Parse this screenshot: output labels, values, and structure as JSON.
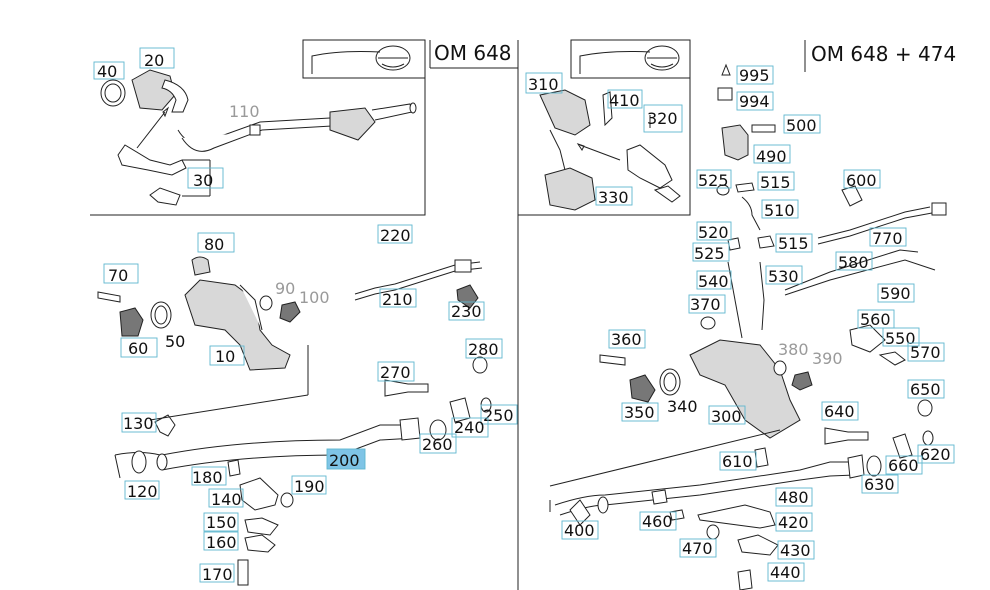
{
  "panels": {
    "left_title": "OM 648",
    "right_title": "OM 648 + 474"
  },
  "highlight": "200",
  "labels": [
    {
      "id": "l40",
      "text": "40"
    },
    {
      "id": "l20",
      "text": "20"
    },
    {
      "id": "l110",
      "text": "110"
    },
    {
      "id": "l30",
      "text": "30"
    },
    {
      "id": "l80",
      "text": "80"
    },
    {
      "id": "l220",
      "text": "220"
    },
    {
      "id": "l70",
      "text": "70"
    },
    {
      "id": "l90",
      "text": "90"
    },
    {
      "id": "l100",
      "text": "100"
    },
    {
      "id": "l210",
      "text": "210"
    },
    {
      "id": "l230",
      "text": "230"
    },
    {
      "id": "l60",
      "text": "60"
    },
    {
      "id": "l50",
      "text": "50"
    },
    {
      "id": "l10",
      "text": "10"
    },
    {
      "id": "l280",
      "text": "280"
    },
    {
      "id": "l270",
      "text": "270"
    },
    {
      "id": "l250",
      "text": "250"
    },
    {
      "id": "l240",
      "text": "240"
    },
    {
      "id": "l130",
      "text": "130"
    },
    {
      "id": "l260",
      "text": "260"
    },
    {
      "id": "l200",
      "text": "200"
    },
    {
      "id": "l180",
      "text": "180"
    },
    {
      "id": "l120",
      "text": "120"
    },
    {
      "id": "l190",
      "text": "190"
    },
    {
      "id": "l140",
      "text": "140"
    },
    {
      "id": "l150",
      "text": "150"
    },
    {
      "id": "l160",
      "text": "160"
    },
    {
      "id": "l170",
      "text": "170"
    },
    {
      "id": "l310",
      "text": "310"
    },
    {
      "id": "l410",
      "text": "410"
    },
    {
      "id": "l320",
      "text": "320"
    },
    {
      "id": "l330",
      "text": "330"
    },
    {
      "id": "l995",
      "text": "995"
    },
    {
      "id": "l994",
      "text": "994"
    },
    {
      "id": "l500",
      "text": "500"
    },
    {
      "id": "l490",
      "text": "490"
    },
    {
      "id": "l525a",
      "text": "525"
    },
    {
      "id": "l515a",
      "text": "515"
    },
    {
      "id": "l510",
      "text": "510"
    },
    {
      "id": "l600",
      "text": "600"
    },
    {
      "id": "l520",
      "text": "520"
    },
    {
      "id": "l525b",
      "text": "525"
    },
    {
      "id": "l515b",
      "text": "515"
    },
    {
      "id": "l770",
      "text": "770"
    },
    {
      "id": "l580",
      "text": "580"
    },
    {
      "id": "l540",
      "text": "540"
    },
    {
      "id": "l530",
      "text": "530"
    },
    {
      "id": "l590",
      "text": "590"
    },
    {
      "id": "l370",
      "text": "370"
    },
    {
      "id": "l560",
      "text": "560"
    },
    {
      "id": "l550",
      "text": "550"
    },
    {
      "id": "l360",
      "text": "360"
    },
    {
      "id": "l380",
      "text": "380"
    },
    {
      "id": "l390",
      "text": "390"
    },
    {
      "id": "l570",
      "text": "570"
    },
    {
      "id": "l650",
      "text": "650"
    },
    {
      "id": "l350",
      "text": "350"
    },
    {
      "id": "l340",
      "text": "340"
    },
    {
      "id": "l300",
      "text": "300"
    },
    {
      "id": "l640",
      "text": "640"
    },
    {
      "id": "l610",
      "text": "610"
    },
    {
      "id": "l620",
      "text": "620"
    },
    {
      "id": "l660",
      "text": "660"
    },
    {
      "id": "l630",
      "text": "630"
    },
    {
      "id": "l480",
      "text": "480"
    },
    {
      "id": "l460",
      "text": "460"
    },
    {
      "id": "l420",
      "text": "420"
    },
    {
      "id": "l400",
      "text": "400"
    },
    {
      "id": "l470",
      "text": "470"
    },
    {
      "id": "l430",
      "text": "430"
    },
    {
      "id": "l440",
      "text": "440"
    }
  ]
}
